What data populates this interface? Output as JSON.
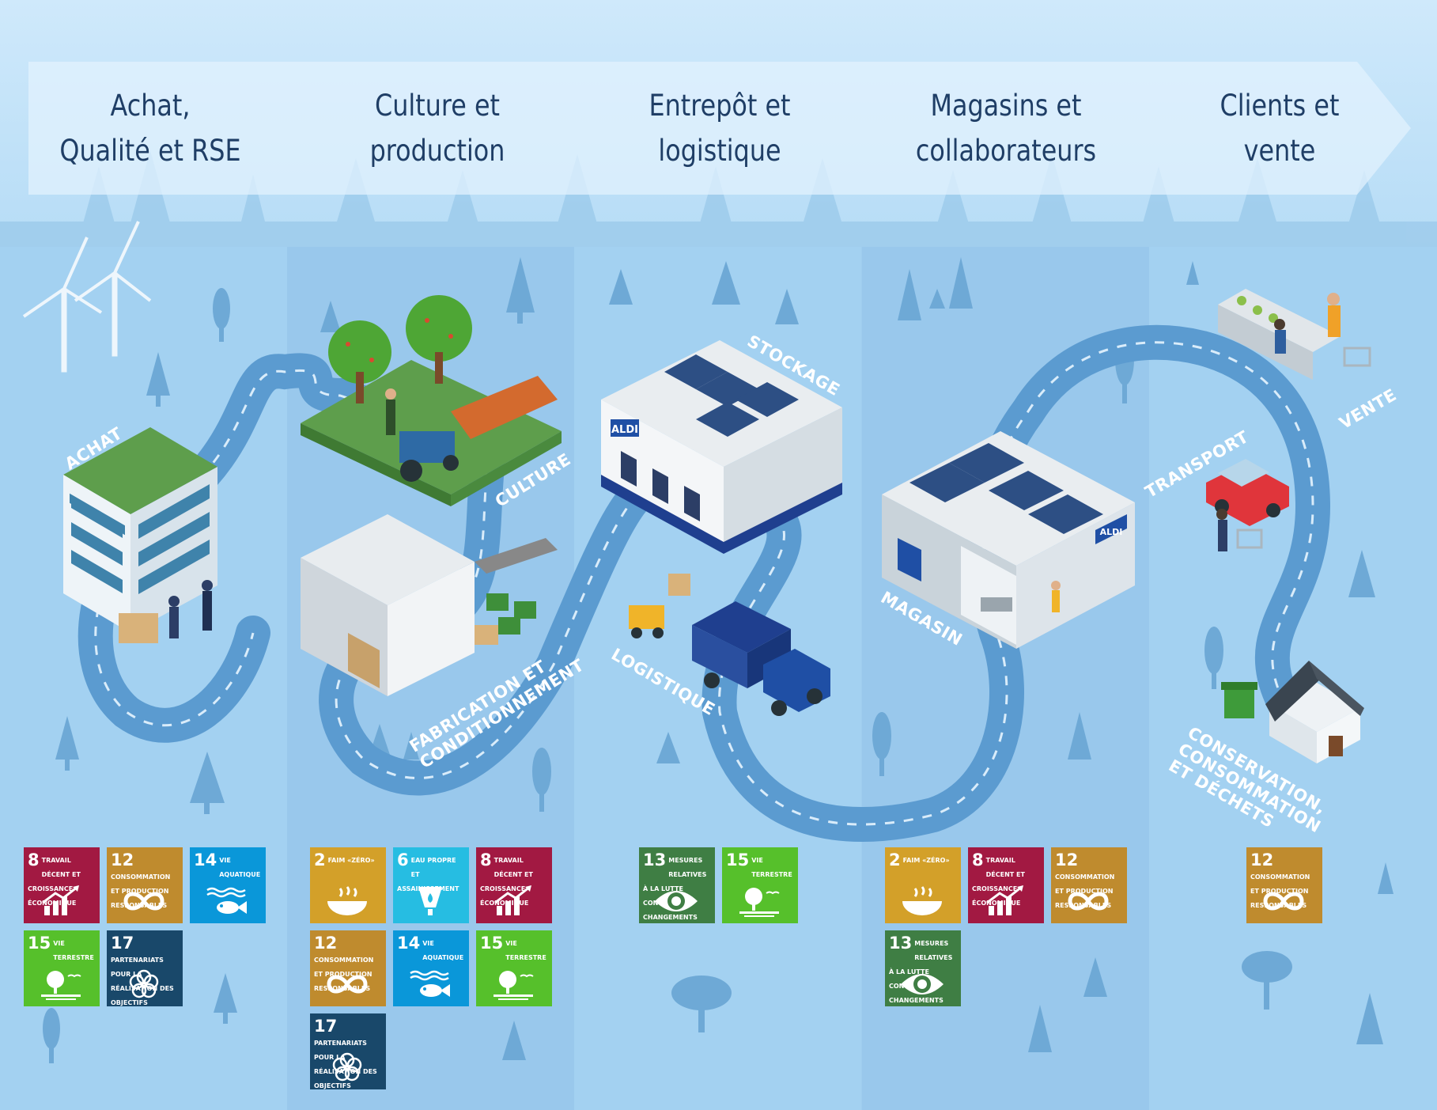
{
  "stages": [
    {
      "title_line1": "Achat,",
      "title_line2": "Qualité et RSE"
    },
    {
      "title_line1": "Culture et",
      "title_line2": "production"
    },
    {
      "title_line1": "Entrepôt et",
      "title_line2": "logistique"
    },
    {
      "title_line1": "Magasins et",
      "title_line2": "collaborateurs"
    },
    {
      "title_line1": "Clients et",
      "title_line2": "vente"
    }
  ],
  "road_labels": {
    "achat": "ACHAT",
    "culture": "CULTURE",
    "fabrication_line1": "FABRICATION ET",
    "fabrication_line2": "CONDITIONNEMENT",
    "stockage": "STOCKAGE",
    "logistique": "LOGISTIQUE",
    "magasin": "MAGASIN",
    "transport": "TRANSPORT",
    "vente": "VENTE",
    "conservation_line1": "CONSERVATION,",
    "conservation_line2": "CONSOMMATION",
    "conservation_line3": "ET DÉCHETS"
  },
  "brand": {
    "store_logo": "ALDI"
  },
  "sdg_colors": {
    "2": "#d3a029",
    "6": "#26bde2",
    "8": "#a21942",
    "12": "#bf8b2e",
    "13": "#3f7e44",
    "14": "#0a97d9",
    "15": "#56c02b",
    "17": "#19486a"
  },
  "sdg_goals": {
    "2": {
      "num": "2",
      "label": "FAIM «ZÉRO»",
      "icon": "bowl-icon"
    },
    "6": {
      "num": "6",
      "label": "EAU PROPRE ET ASSAINISSEMENT",
      "icon": "water-drop-icon"
    },
    "8": {
      "num": "8",
      "label": "TRAVAIL DÉCENT ET CROISSANCE ÉCONOMIQUE",
      "icon": "growth-chart-icon"
    },
    "12": {
      "num": "12",
      "label": "CONSOMMATION ET PRODUCTION RESPONSABLES",
      "icon": "infinity-icon"
    },
    "13": {
      "num": "13",
      "label": "MESURES RELATIVES À LA LUTTE CONTRE LES CHANGEMENTS CLIMATIQUES",
      "icon": "eye-globe-icon"
    },
    "14": {
      "num": "14",
      "label": "VIE AQUATIQUE",
      "icon": "fish-icon"
    },
    "15": {
      "num": "15",
      "label": "VIE TERRESTRE",
      "icon": "tree-bird-icon"
    },
    "17": {
      "num": "17",
      "label": "PARTENARIATS POUR LA RÉALISATION DES OBJECTIFS",
      "icon": "flower-rings-icon"
    }
  },
  "sdg_columns": [
    [
      "8",
      "12",
      "14",
      "15",
      "17"
    ],
    [
      "2",
      "6",
      "8",
      "12",
      "14",
      "15",
      "17"
    ],
    [
      "13",
      "15"
    ],
    [
      "2",
      "8",
      "12",
      "13"
    ],
    [
      "12"
    ]
  ]
}
